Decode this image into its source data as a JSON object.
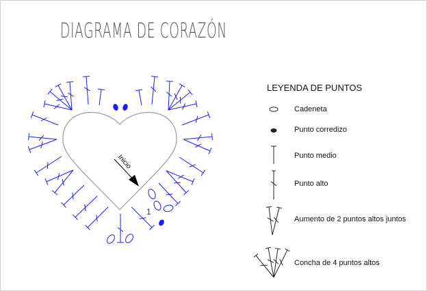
{
  "title": "DIAGRAMA DE CORAZÓN",
  "diagram": {
    "start_label": "Inicio",
    "round_number": "1",
    "stitch_color": "#1a1aff",
    "outline_color": "#999999"
  },
  "legend": {
    "title": "LEYENDA DE PUNTOS",
    "items": [
      {
        "symbol": "chain-icon",
        "label": "Cadeneta"
      },
      {
        "symbol": "slip-stitch-icon",
        "label": "Punto corredizo"
      },
      {
        "symbol": "half-double-crochet-icon",
        "label": "Punto medio"
      },
      {
        "symbol": "double-crochet-icon",
        "label": "Punto alto"
      },
      {
        "symbol": "increase-icon",
        "label": "Aumento de 2 puntos altos juntos"
      },
      {
        "symbol": "shell-icon",
        "label": "Concha de 4 puntos altos"
      }
    ]
  }
}
